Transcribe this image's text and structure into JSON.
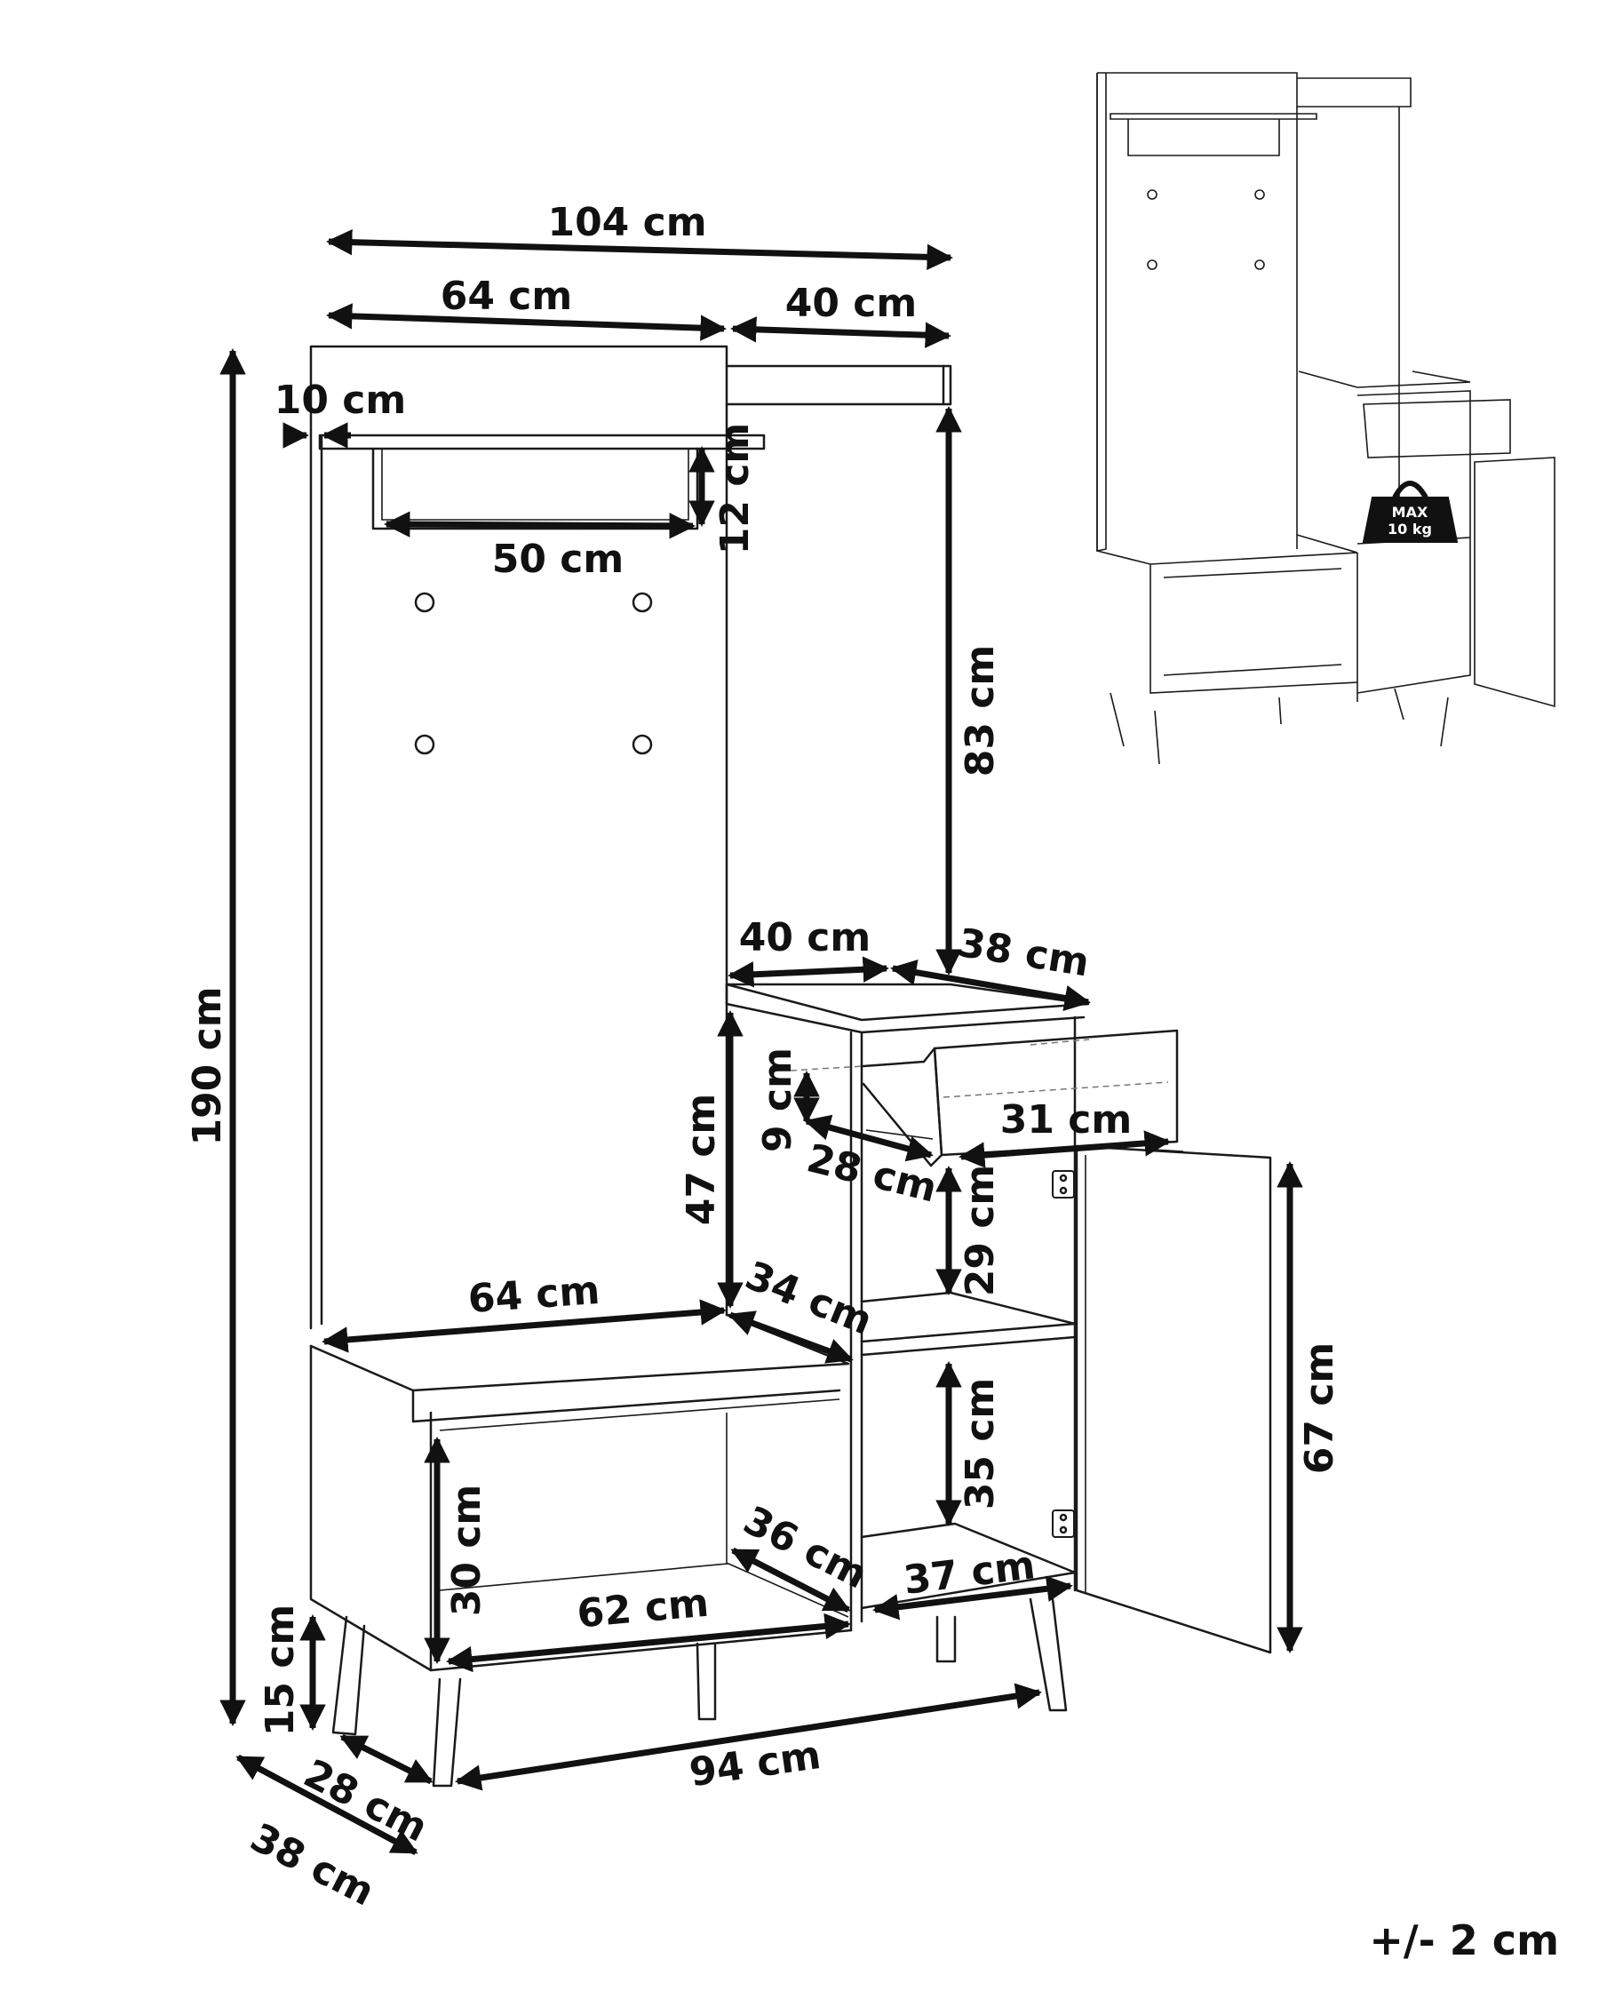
{
  "dimensions": {
    "total_width": "104 cm",
    "bench_section_width": "64 cm",
    "cabinet_section_width": "40 cm",
    "rail_offset": "10 cm",
    "rail_width": "50 cm",
    "rail_height": "12 cm",
    "total_height": "190 cm",
    "panel_above_cabinet": "83 cm",
    "cabinet_top_width": "40 cm",
    "cabinet_top_depth": "38 cm",
    "upper_cabinet_height": "47 cm",
    "drawer_height": "9 cm",
    "drawer_width": "31 cm",
    "drawer_depth": "28 cm",
    "open_shelf_height": "29 cm",
    "bench_seat_width": "64 cm",
    "bench_seat_depth": "34 cm",
    "lower_compartment_height": "35 cm",
    "door_height": "67 cm",
    "bench_shelf_height": "30 cm",
    "bench_shelf_depth": "36 cm",
    "bench_shelf_width": "62 cm",
    "lower_shelf_width": "37 cm",
    "leg_height": "15 cm",
    "base_width": "94 cm",
    "inner_depth": "28 cm",
    "total_depth": "38 cm"
  },
  "weight_badge": {
    "line1": "MAX",
    "line2": "10 kg"
  },
  "tolerance_note": "+/- 2 cm",
  "colors": {
    "ink": "#111111",
    "background": "#ffffff"
  }
}
